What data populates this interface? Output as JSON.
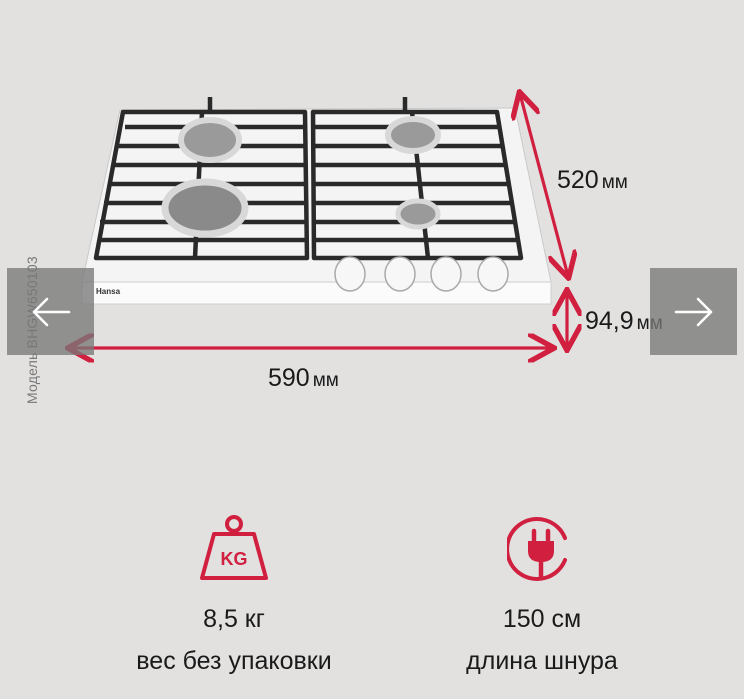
{
  "product": {
    "brand_on_panel": "Hansa",
    "model_text": "Модель BHGW650103"
  },
  "dimensions": {
    "depth": {
      "value": "520",
      "unit": "мм"
    },
    "height": {
      "value": "94,9",
      "unit": "мм"
    },
    "width": {
      "value": "590",
      "unit": "мм"
    }
  },
  "navigation": {
    "prev_icon": "arrow-left-icon",
    "next_icon": "arrow-right-icon"
  },
  "specs": [
    {
      "icon": "weight-kg-icon",
      "icon_text": "KG",
      "value": "8,5 кг",
      "caption": "вес без упаковки"
    },
    {
      "icon": "power-plug-icon",
      "value": "150 см",
      "caption": "длина шнура"
    }
  ],
  "colors": {
    "accent": "#d11f3f",
    "background": "#e2e1e0",
    "nav_overlay": "#787878"
  }
}
